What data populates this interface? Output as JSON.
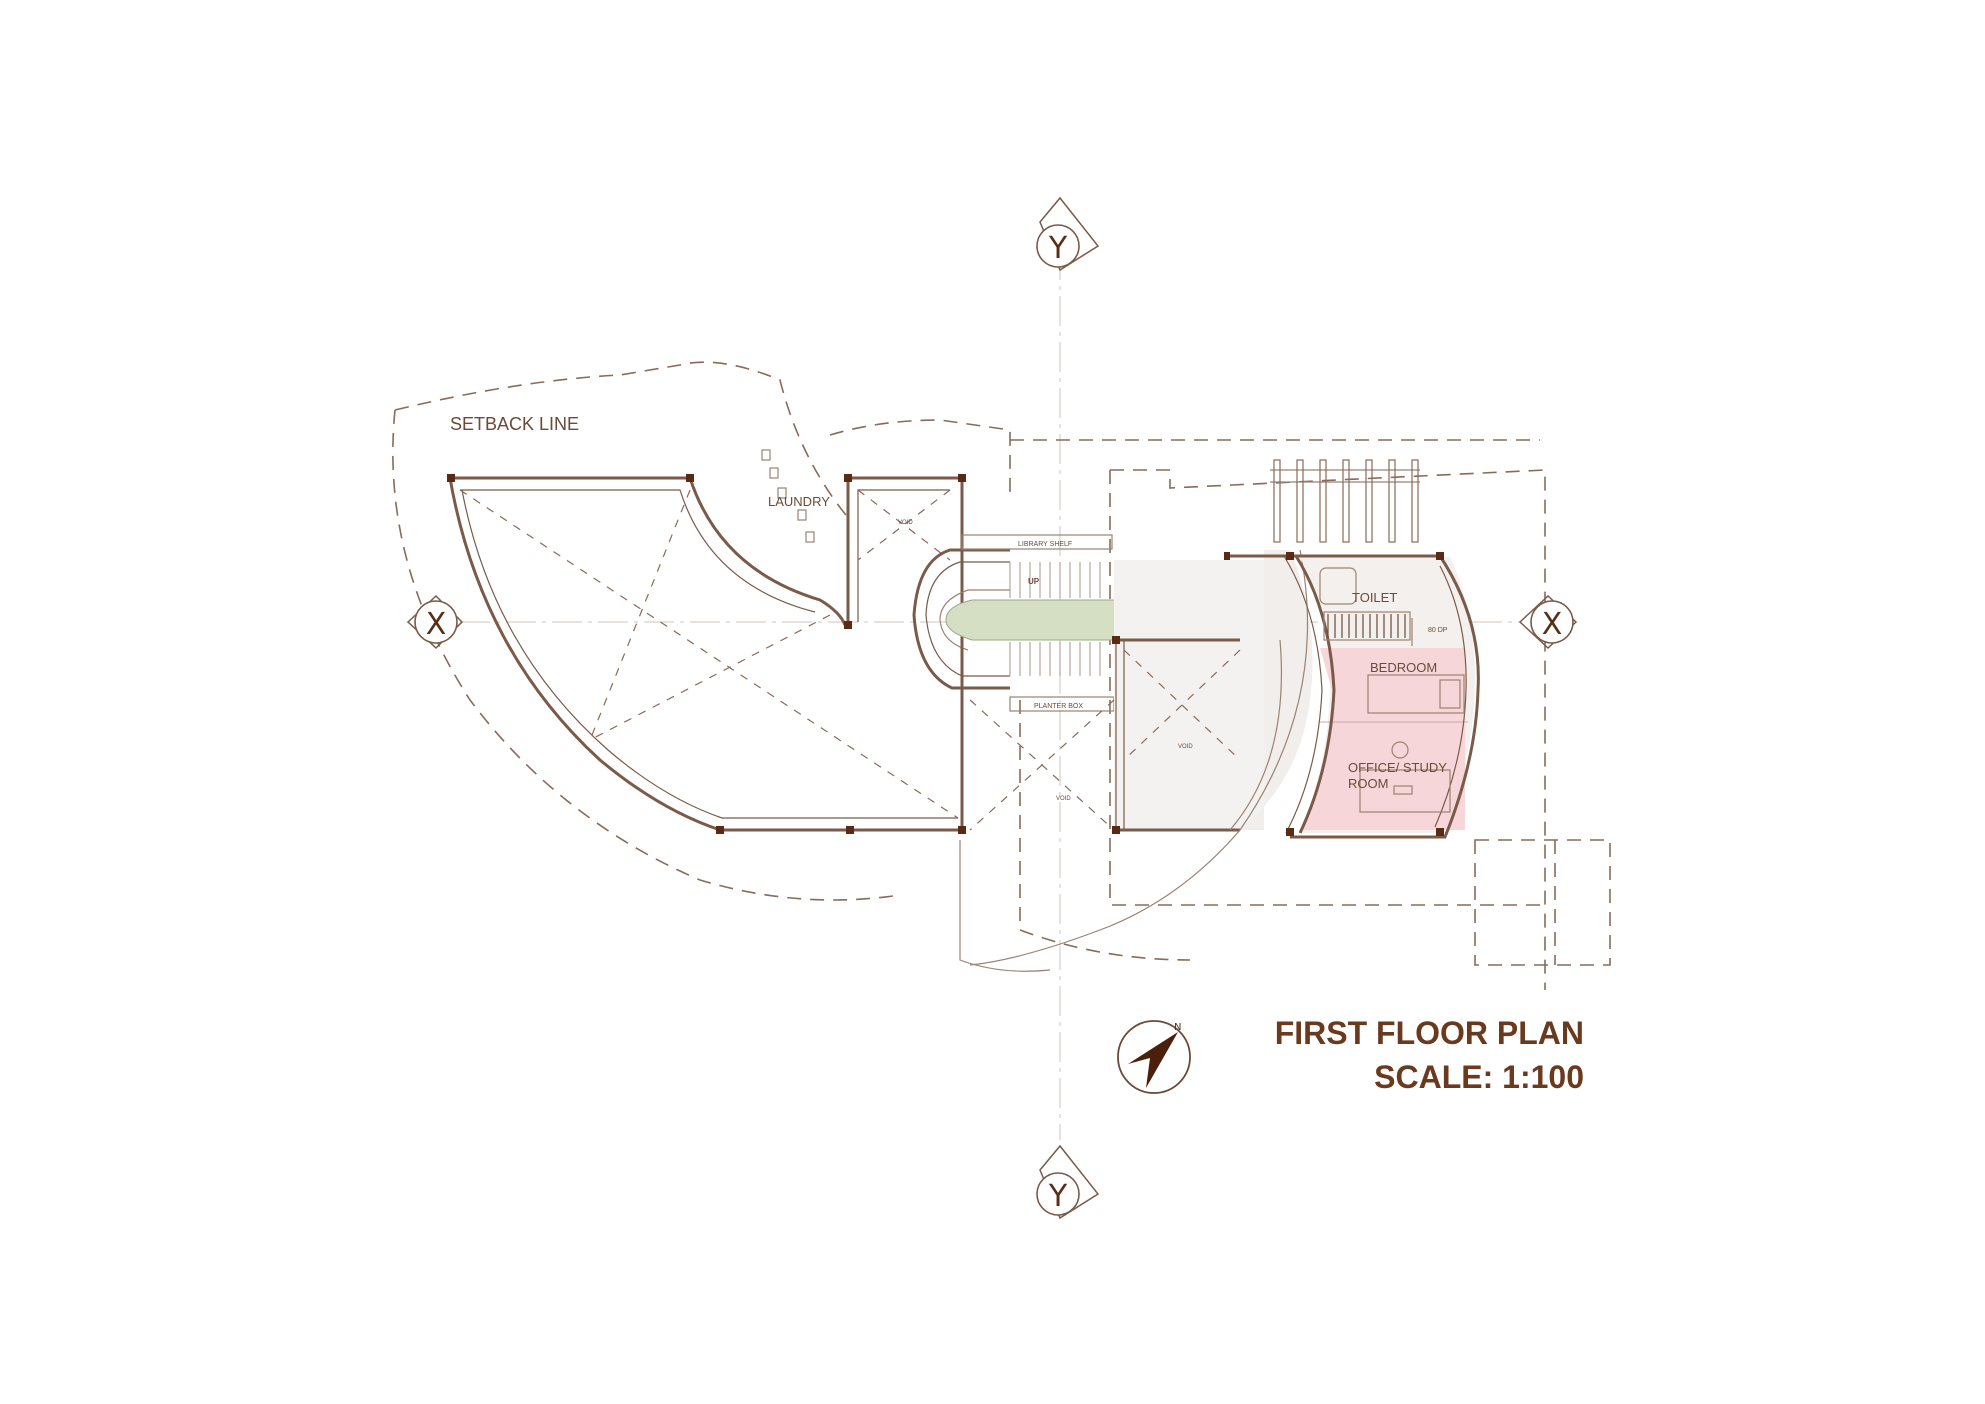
{
  "drawing": {
    "title": "FIRST FLOOR PLAN",
    "scale": "SCALE: 1:100"
  },
  "grid_axes": {
    "y_top": "Y",
    "y_bottom": "Y",
    "x_left": "X",
    "x_right": "X"
  },
  "labels": {
    "setback_line": "SETBACK LINE",
    "laundry": "LAUNDRY",
    "library_shelf": "LIBRARY SHELF",
    "up": "UP",
    "planter_box": "PLANTER BOX",
    "void_1": "VOID",
    "void_2": "VOID",
    "void_3": "VOID",
    "toilet": "TOILET",
    "dp": "80  DP",
    "bedroom": "BEDROOM",
    "office_line1": "OFFICE/ STUDY",
    "office_line2": "ROOM"
  },
  "north_arrow": {
    "letter": "N",
    "icon": "north-arrow-icon"
  },
  "colors": {
    "line": "#7a5a48",
    "title": "#6a3a1e",
    "planter": "#d5dfc4",
    "room_fill": "#f7d6da",
    "column": "#5a2a14"
  }
}
